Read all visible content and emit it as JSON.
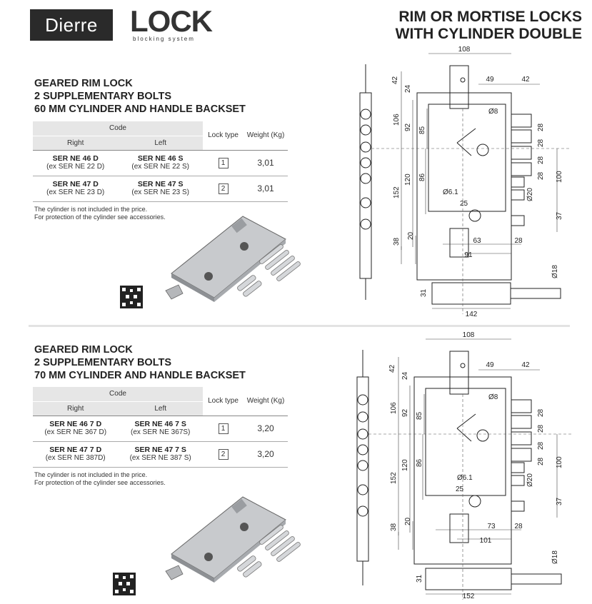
{
  "brand": {
    "name": "Dierre",
    "logo_word": "LOCK",
    "logo_sub": "blocking system"
  },
  "header": {
    "title_line1": "RIM OR MORTISE LOCKS",
    "title_line2": "WITH CYLINDER DOUBLE"
  },
  "table_headers": {
    "code": "Code",
    "right": "Right",
    "left": "Left",
    "lock_type": "Lock type",
    "weight": "Weight (Kg)"
  },
  "sections": [
    {
      "title_lines": [
        "GEARED RIM LOCK",
        "2 SUPPLEMENTARY BOLTS",
        "60 MM CYLINDER AND HANDLE BACKSET"
      ],
      "rows": [
        {
          "right": "SER NE 46 D",
          "right_ex": "(ex SER NE 22 D)",
          "left": "SER NE 46 S",
          "left_ex": "(ex SER NE 22 S)",
          "type": "1",
          "weight": "3,01"
        },
        {
          "right": "SER NE 47 D",
          "right_ex": "(ex SER NE 23 D)",
          "left": "SER NE 47 S",
          "left_ex": "(ex SER NE 23 S)",
          "type": "2",
          "weight": "3,01"
        }
      ],
      "notes": [
        "The cylinder is not included in the price.",
        "For protection of the cylinder see accessories."
      ],
      "dims": {
        "top_width": "108",
        "d49": "49",
        "d42r": "42",
        "d42": "42",
        "d24": "24",
        "d8": "Ø8",
        "d106": "106",
        "d92": "92",
        "d85": "85",
        "d28a": "28",
        "d28b": "28",
        "d28c": "28",
        "d28d": "28",
        "d100": "100",
        "d120": "120",
        "d86": "86",
        "d152": "152",
        "d61": "Ø6.1",
        "d20r": "Ø20",
        "d25": "25",
        "d37": "37",
        "d38": "38",
        "d20": "20",
        "d63": "63",
        "d28e": "28",
        "d91": "91",
        "d18": "Ø18",
        "d31": "31",
        "d_bottom": "142"
      }
    },
    {
      "title_lines": [
        "GEARED RIM LOCK",
        "2 SUPPLEMENTARY BOLTS",
        "70 MM CYLINDER AND HANDLE BACKSET"
      ],
      "rows": [
        {
          "right": "SER NE 46 7 D",
          "right_ex": "(ex SER NE 367 D)",
          "left": "SER NE 46 7 S",
          "left_ex": "(ex SER NE 367S)",
          "type": "1",
          "weight": "3,20"
        },
        {
          "right": "SER NE 47 7 D",
          "right_ex": "(ex SER NE 387D)",
          "left": "SER NE 47 7 S",
          "left_ex": "(ex SER NE 387 S)",
          "type": "2",
          "weight": "3,20"
        }
      ],
      "notes": [
        "The cylinder is not included in the price.",
        "For protection of the cylinder see accessories."
      ],
      "dims": {
        "top_width": "108",
        "d49": "49",
        "d42r": "42",
        "d42": "42",
        "d24": "24",
        "d8": "Ø8",
        "d106": "106",
        "d92": "92",
        "d85": "85",
        "d28a": "28",
        "d28b": "28",
        "d28c": "28",
        "d28d": "28",
        "d100": "100",
        "d120": "120",
        "d86": "86",
        "d152": "152",
        "d61": "Ø6.1",
        "d20r": "Ø20",
        "d25": "25",
        "d37": "37",
        "d38": "38",
        "d20": "20",
        "d63": "73",
        "d28e": "28",
        "d91": "101",
        "d18": "Ø18",
        "d31": "31",
        "d_bottom": "152"
      }
    }
  ]
}
